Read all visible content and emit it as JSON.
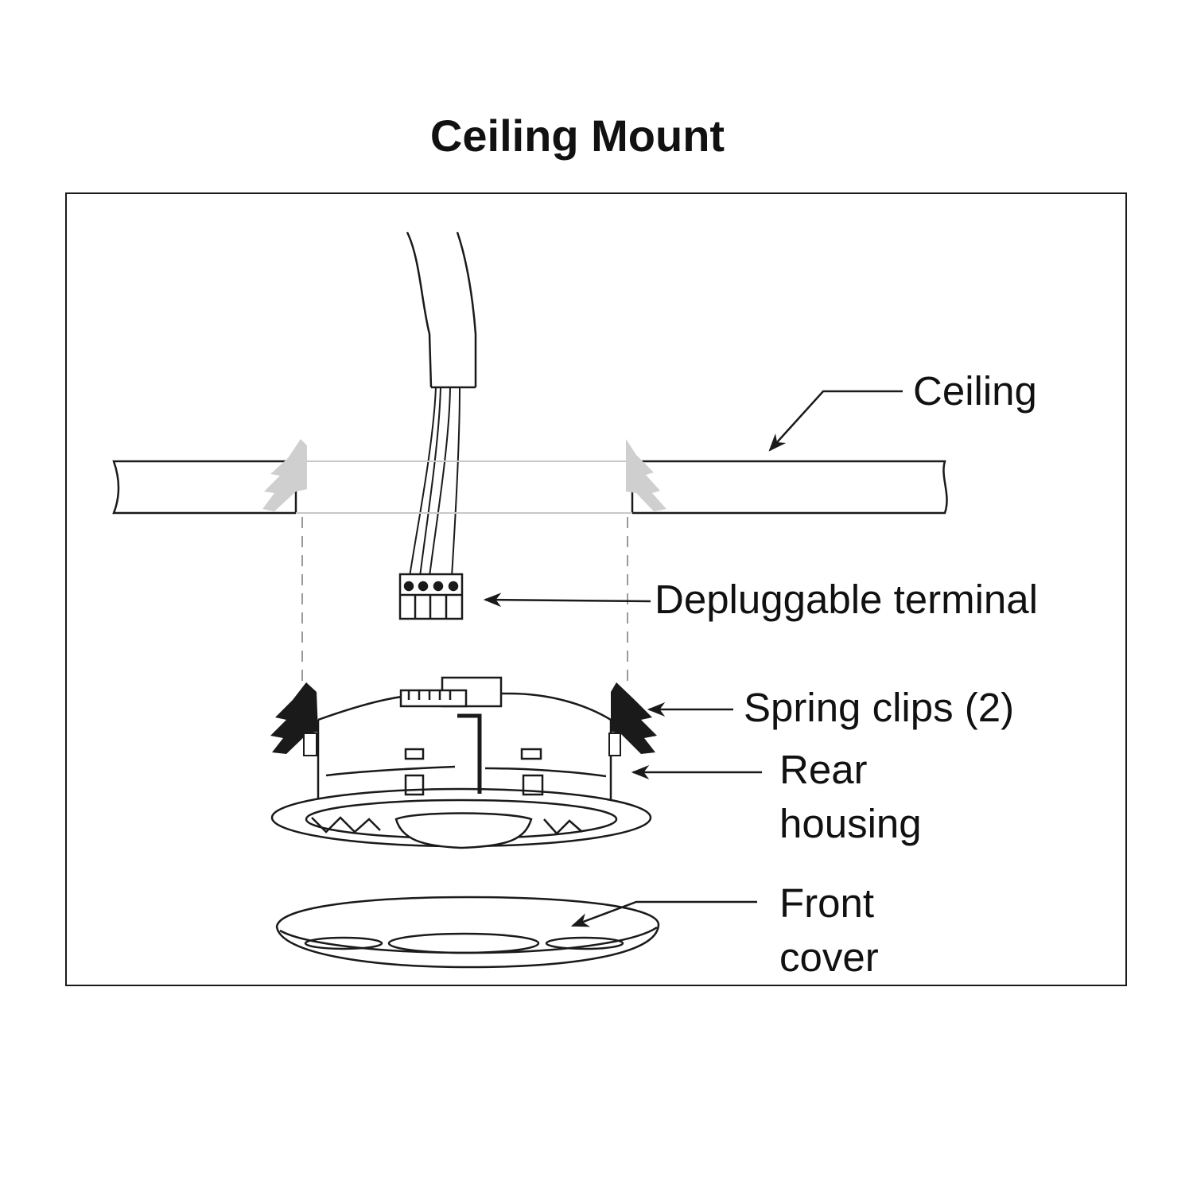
{
  "diagram": {
    "title": "Ceiling Mount",
    "labels": {
      "ceiling": "Ceiling",
      "terminal": "Depluggable terminal",
      "spring_clips": "Spring clips (2)",
      "rear_housing_line1": "Rear",
      "rear_housing_line2": "housing",
      "front_cover_line1": "Front",
      "front_cover_line2": "cover"
    },
    "icons": {
      "cable": "cable-icon",
      "ceiling": "ceiling-panel-icon",
      "terminal": "terminal-block-icon",
      "clip": "spring-clip-icon",
      "housing": "rear-housing-icon",
      "cover": "front-cover-icon",
      "arrow": "arrow-icon"
    },
    "colors": {
      "line": "#1a1a1a",
      "guide": "#9a9a9a",
      "clip_ghost": "#cfcfcf"
    }
  }
}
